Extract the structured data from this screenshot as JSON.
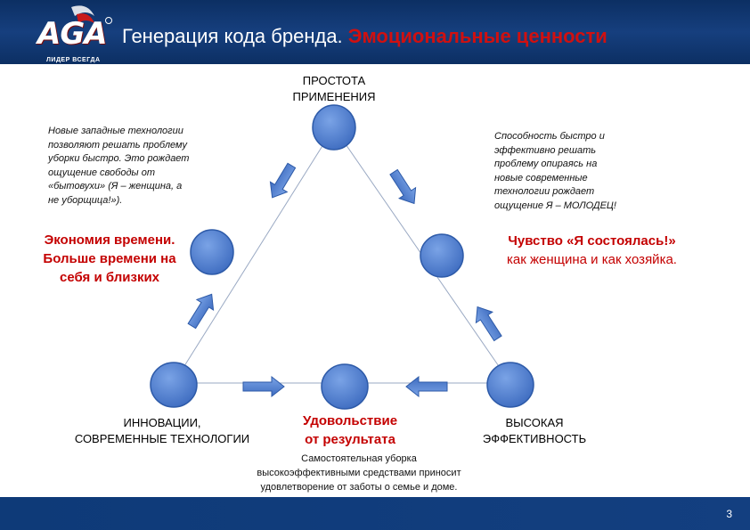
{
  "header": {
    "logo_text": "AGA",
    "logo_tagline": "ЛИДЕР ВСЕГДА",
    "title_main": "Генерация кода бренда.",
    "title_accent": "Эмоциональные ценности"
  },
  "colors": {
    "header_bg": "#0c2f63",
    "node_fill": "#4f7fcf",
    "arrow_fill": "#4f7fcf",
    "accent_red": "#d01010"
  },
  "vertices": {
    "top_label_line1": "ПРОСТОТА",
    "top_label_line2": "ПРИМЕНЕНИЯ",
    "left_label_line1": "ИННОВАЦИИ,",
    "left_label_line2": "СОВРЕМЕННЫЕ ТЕХНОЛОГИИ",
    "right_label_line1": "ВЫСОКАЯ",
    "right_label_line2": "ЭФФЕКТИВНОСТЬ"
  },
  "emotions": {
    "left_line1": "Экономия времени.",
    "left_line2": "Больше времени на",
    "left_line3": "себя и близких",
    "right_line1": "Чувство «Я состоялась!»",
    "right_line2": "как женщина и как хозяйка.",
    "bottom_line1": "Удовольствие",
    "bottom_line2": "от результата"
  },
  "notes": {
    "left_lines": [
      "Новые западные технологии",
      "позволяют решать проблему",
      "уборки быстро. Это рождает",
      "ощущение свободы от",
      "«бытовухи» (Я – женщина, а",
      "не уборщица!»)."
    ],
    "right_lines": [
      "Способность быстро и",
      "эффективно решать",
      "проблему опираясь на",
      "новые современные",
      "технологии рождает",
      "ощущение Я – МОЛОДЕЦ!"
    ],
    "bottom_lines": [
      "Самостоятельная уборка",
      "высокоэффективными средствами приносит",
      "удовлетворение от заботы о семье и доме."
    ]
  },
  "footer": {
    "page_number": "3"
  }
}
